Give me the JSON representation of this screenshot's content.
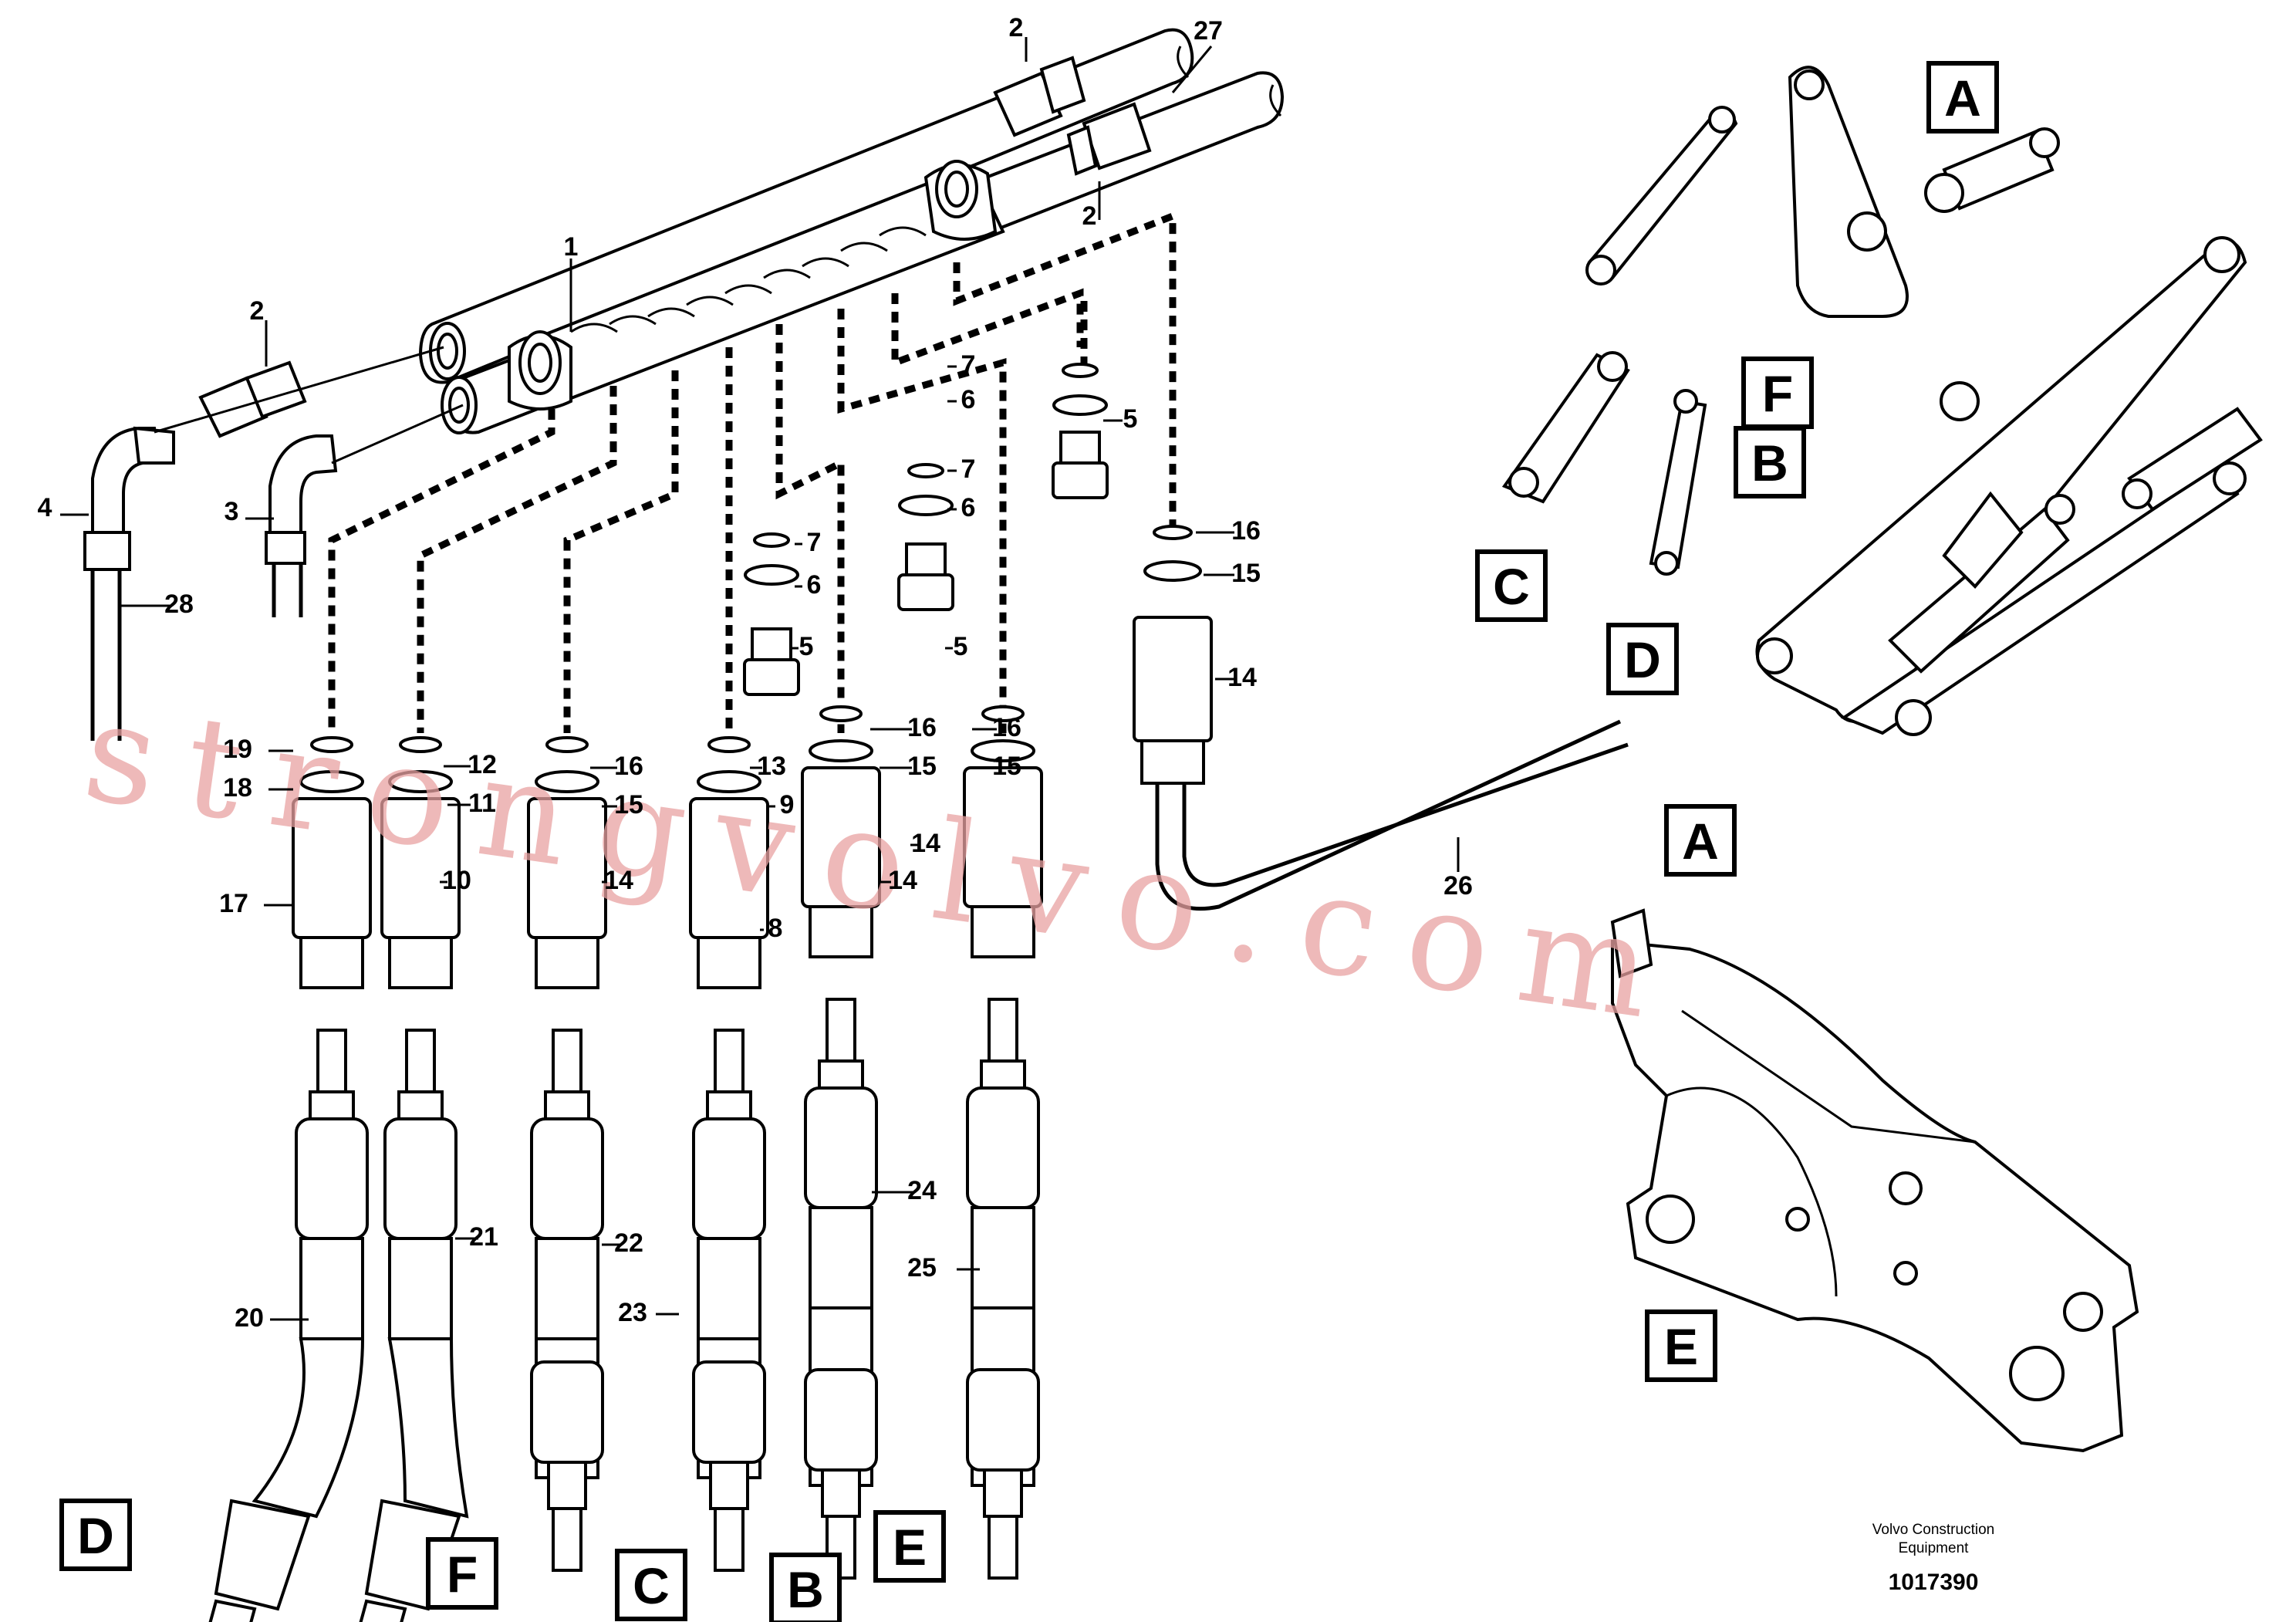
{
  "watermark": "strongvolvo.com",
  "footer": {
    "line1": "Volvo Construction",
    "line2": "Equipment",
    "drawing_number": "1017390"
  },
  "callouts": [
    "1",
    "2",
    "2",
    "2",
    "3",
    "4",
    "5",
    "5",
    "5",
    "6",
    "6",
    "6",
    "7",
    "7",
    "7",
    "8",
    "9",
    "10",
    "11",
    "12",
    "13",
    "14",
    "14",
    "14",
    "14",
    "15",
    "15",
    "15",
    "15",
    "16",
    "16",
    "16",
    "16",
    "17",
    "18",
    "19",
    "20",
    "21",
    "22",
    "23",
    "24",
    "25",
    "26",
    "27",
    "28"
  ],
  "letters": [
    "A",
    "F",
    "B",
    "C",
    "D",
    "E",
    "A",
    "D",
    "F",
    "C",
    "B",
    "E"
  ]
}
